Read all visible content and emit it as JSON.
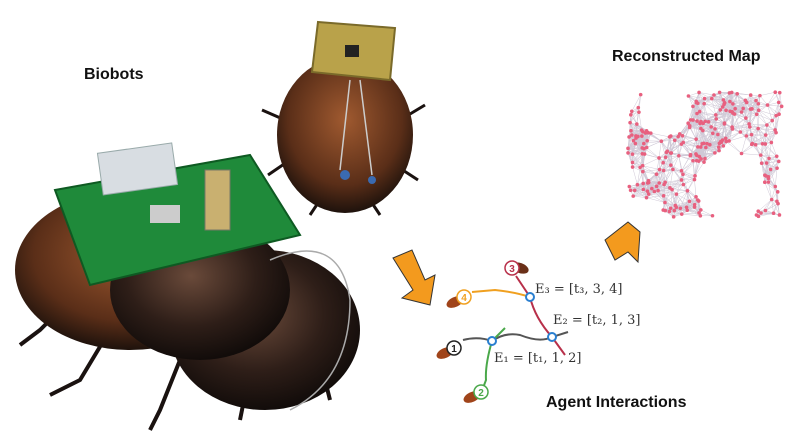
{
  "labels": {
    "biobots": "Biobots",
    "map": "Reconstructed Map",
    "interactions": "Agent Interactions"
  },
  "interactions": {
    "agents": [
      "1",
      "2",
      "3",
      "4"
    ],
    "events": [
      {
        "name": "E1",
        "text": "E₁ = [t₁, 1, 2]"
      },
      {
        "name": "E2",
        "text": "E₂ = [t₂, 1, 3]"
      },
      {
        "name": "E3",
        "text": "E₃ = [t₃, 3, 4]"
      }
    ]
  },
  "colors": {
    "arrow": "#f39a1e",
    "map_node": "#e8607f",
    "map_edge": "#cfc8d6",
    "agent1": "#222222",
    "agent2": "#4aa84a",
    "agent3": "#b8304a",
    "agent4": "#f0a020",
    "node": "#2a7fd0"
  }
}
